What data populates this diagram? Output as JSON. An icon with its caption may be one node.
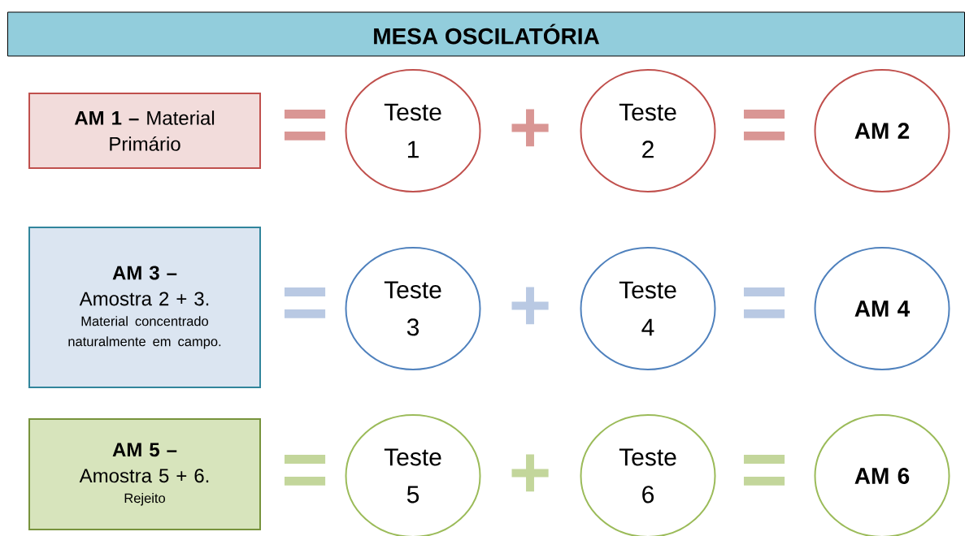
{
  "diagram": {
    "title": "MESA OSCILATÓRIA",
    "nodes": [
      {
        "text": [
          "**AM 1 –** Material Primário"
        ]
      },
      {
        "text": [
          "Teste 1"
        ]
      },
      {
        "text": [
          "Teste 2"
        ]
      },
      {
        "text": [
          "AM 2"
        ]
      },
      {
        "text": [
          "**AM 3 –** Amostra 2 + 3.",
          "Material concentrado naturalmente em campo."
        ]
      },
      {
        "text": [
          "Teste 3"
        ]
      },
      {
        "text": [
          "Teste 4"
        ]
      },
      {
        "text": [
          "AM 4"
        ]
      },
      {
        "text": [
          "**AM 5 –** Amostra 5 + 6.",
          "Rejeito"
        ]
      },
      {
        "text": [
          "Teste 5"
        ]
      },
      {
        "text": [
          "Teste 6"
        ]
      },
      {
        "text": [
          "AM 6"
        ]
      }
    ],
    "labels": [
      "=",
      "+",
      "=",
      "=",
      "+",
      "=",
      "=",
      "+",
      "="
    ]
  }
}
